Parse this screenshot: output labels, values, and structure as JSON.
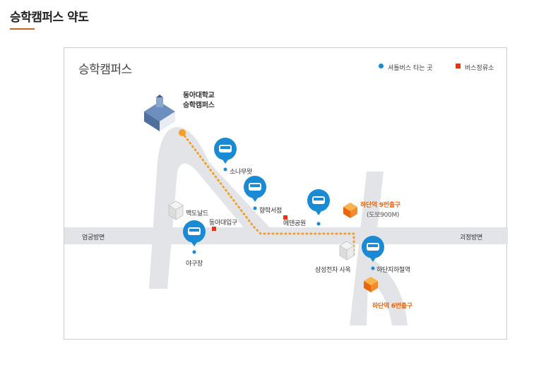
{
  "page": {
    "title": "승학캠퍼스 약도"
  },
  "map": {
    "heading": "승학캠퍼스",
    "legend": {
      "shuttle_stop": {
        "label": "셔틀버스 타는 곳",
        "color": "#1a8ad4"
      },
      "bus_stop": {
        "label": "버스정류소",
        "color": "#e8340c"
      }
    },
    "labels": {
      "campus_line1": "동아대학교",
      "campus_line2": "승학캠퍼스",
      "sonamuwat": "소나무왓",
      "hanghak_bookstore": "향학서점",
      "mcdonalds": "맥도날드",
      "dong_a_entrance": "동아대입구",
      "eden_park": "에덴공원",
      "hadan_exit9": "하단역  9번출구",
      "walk_900m": "(도보900M)",
      "eomgung": "엄궁방면",
      "goejeong": "괴정방면",
      "baseball_field": "야구장",
      "samsung": "삼성전자 사옥",
      "hadan_subway": "하단지하철역",
      "hadan_exit6": "하단역  6번출구"
    },
    "colors": {
      "road": "#e2e4e8",
      "road_edge": "#c4c7cc",
      "route": "#f5a023",
      "shuttle_blue": "#1a8ad4",
      "bus_red": "#e8340c",
      "exit_orange": "#e8670e"
    }
  }
}
